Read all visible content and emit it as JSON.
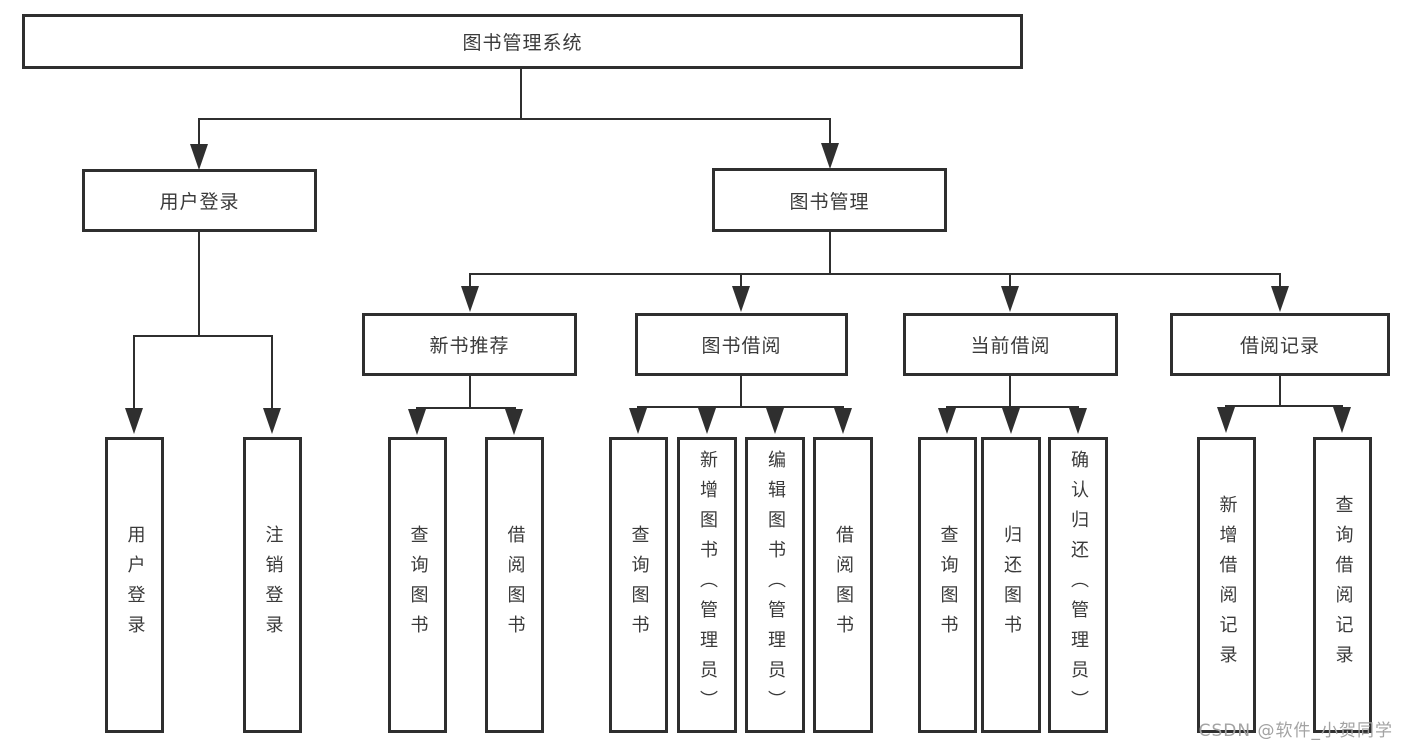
{
  "diagram": {
    "root": {
      "label": "图书管理系统"
    },
    "level2": [
      {
        "id": "user-login",
        "label": "用户登录"
      },
      {
        "id": "book-management",
        "label": "图书管理"
      }
    ],
    "level3": [
      {
        "id": "new-book-recommend",
        "label": "新书推荐"
      },
      {
        "id": "book-borrow",
        "label": "图书借阅"
      },
      {
        "id": "current-borrow",
        "label": "当前借阅"
      },
      {
        "id": "borrow-records",
        "label": "借阅记录"
      }
    ],
    "leaves": {
      "user_login": [
        "用户登录",
        "注销登录"
      ],
      "new_book_recommend": [
        "查询图书",
        "借阅图书"
      ],
      "book_borrow": [
        "查询图书",
        "新增图书（管理员）",
        "编辑图书（管理员）",
        "借阅图书"
      ],
      "current_borrow": [
        "查询图书",
        "归还图书",
        "确认归还（管理员）"
      ],
      "borrow_records": [
        "新增借阅记录",
        "查询借阅记录"
      ]
    }
  },
  "watermark": {
    "text": "CSDN @软件_小贺同学"
  },
  "colors": {
    "line": "#2f2f2f",
    "text": "#3a3a3a",
    "background": "#ffffff",
    "watermark": "#a3a3a3"
  }
}
